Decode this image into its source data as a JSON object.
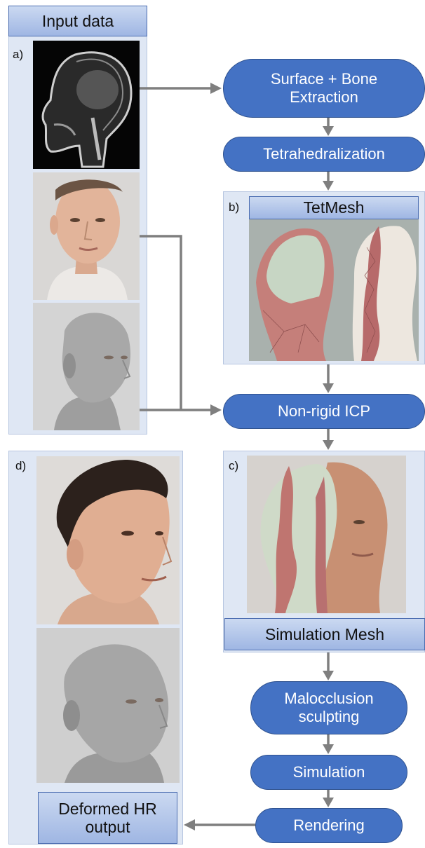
{
  "panels": {
    "input": {
      "title": "Input data",
      "letter": "a)"
    },
    "tetmesh": {
      "title": "TetMesh",
      "letter": "b)"
    },
    "simmesh": {
      "title": "Simulation Mesh",
      "letter": "c)"
    },
    "output": {
      "title": "Deformed HR output",
      "letter": "d)"
    }
  },
  "steps": {
    "surface_bone": "Surface + Bone Extraction",
    "tetra": "Tetrahedralization",
    "icp": "Non-rigid ICP",
    "malocclusion": "Malocclusion sculpting",
    "simulation": "Simulation",
    "rendering": "Rendering"
  },
  "colors": {
    "step_fill": "#4472c4",
    "panel_fill": "#dfe7f4",
    "arrow": "#7f7f7f"
  }
}
